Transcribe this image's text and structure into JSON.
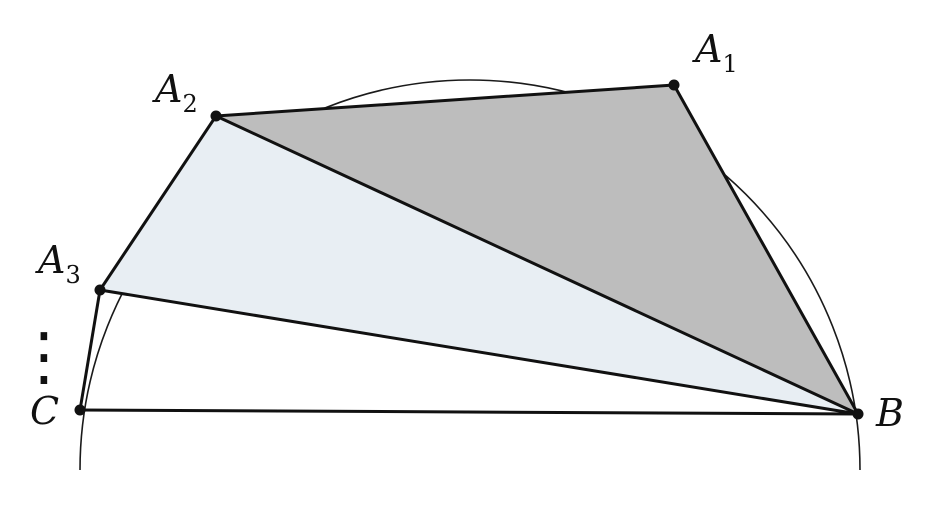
{
  "figure": {
    "points": {
      "A1": {
        "letter": "A",
        "subscript": "1"
      },
      "A2": {
        "letter": "A",
        "subscript": "2"
      },
      "A3": {
        "letter": "A",
        "subscript": "3"
      },
      "B": {
        "letter": "B"
      },
      "C": {
        "letter": "C"
      }
    },
    "ellipsis": "⋮",
    "colors": {
      "dark_triangle_fill": "#bdbdbd",
      "light_triangle_fill": "#e8eef3",
      "stroke": "#111111",
      "background": "#ffffff"
    }
  }
}
